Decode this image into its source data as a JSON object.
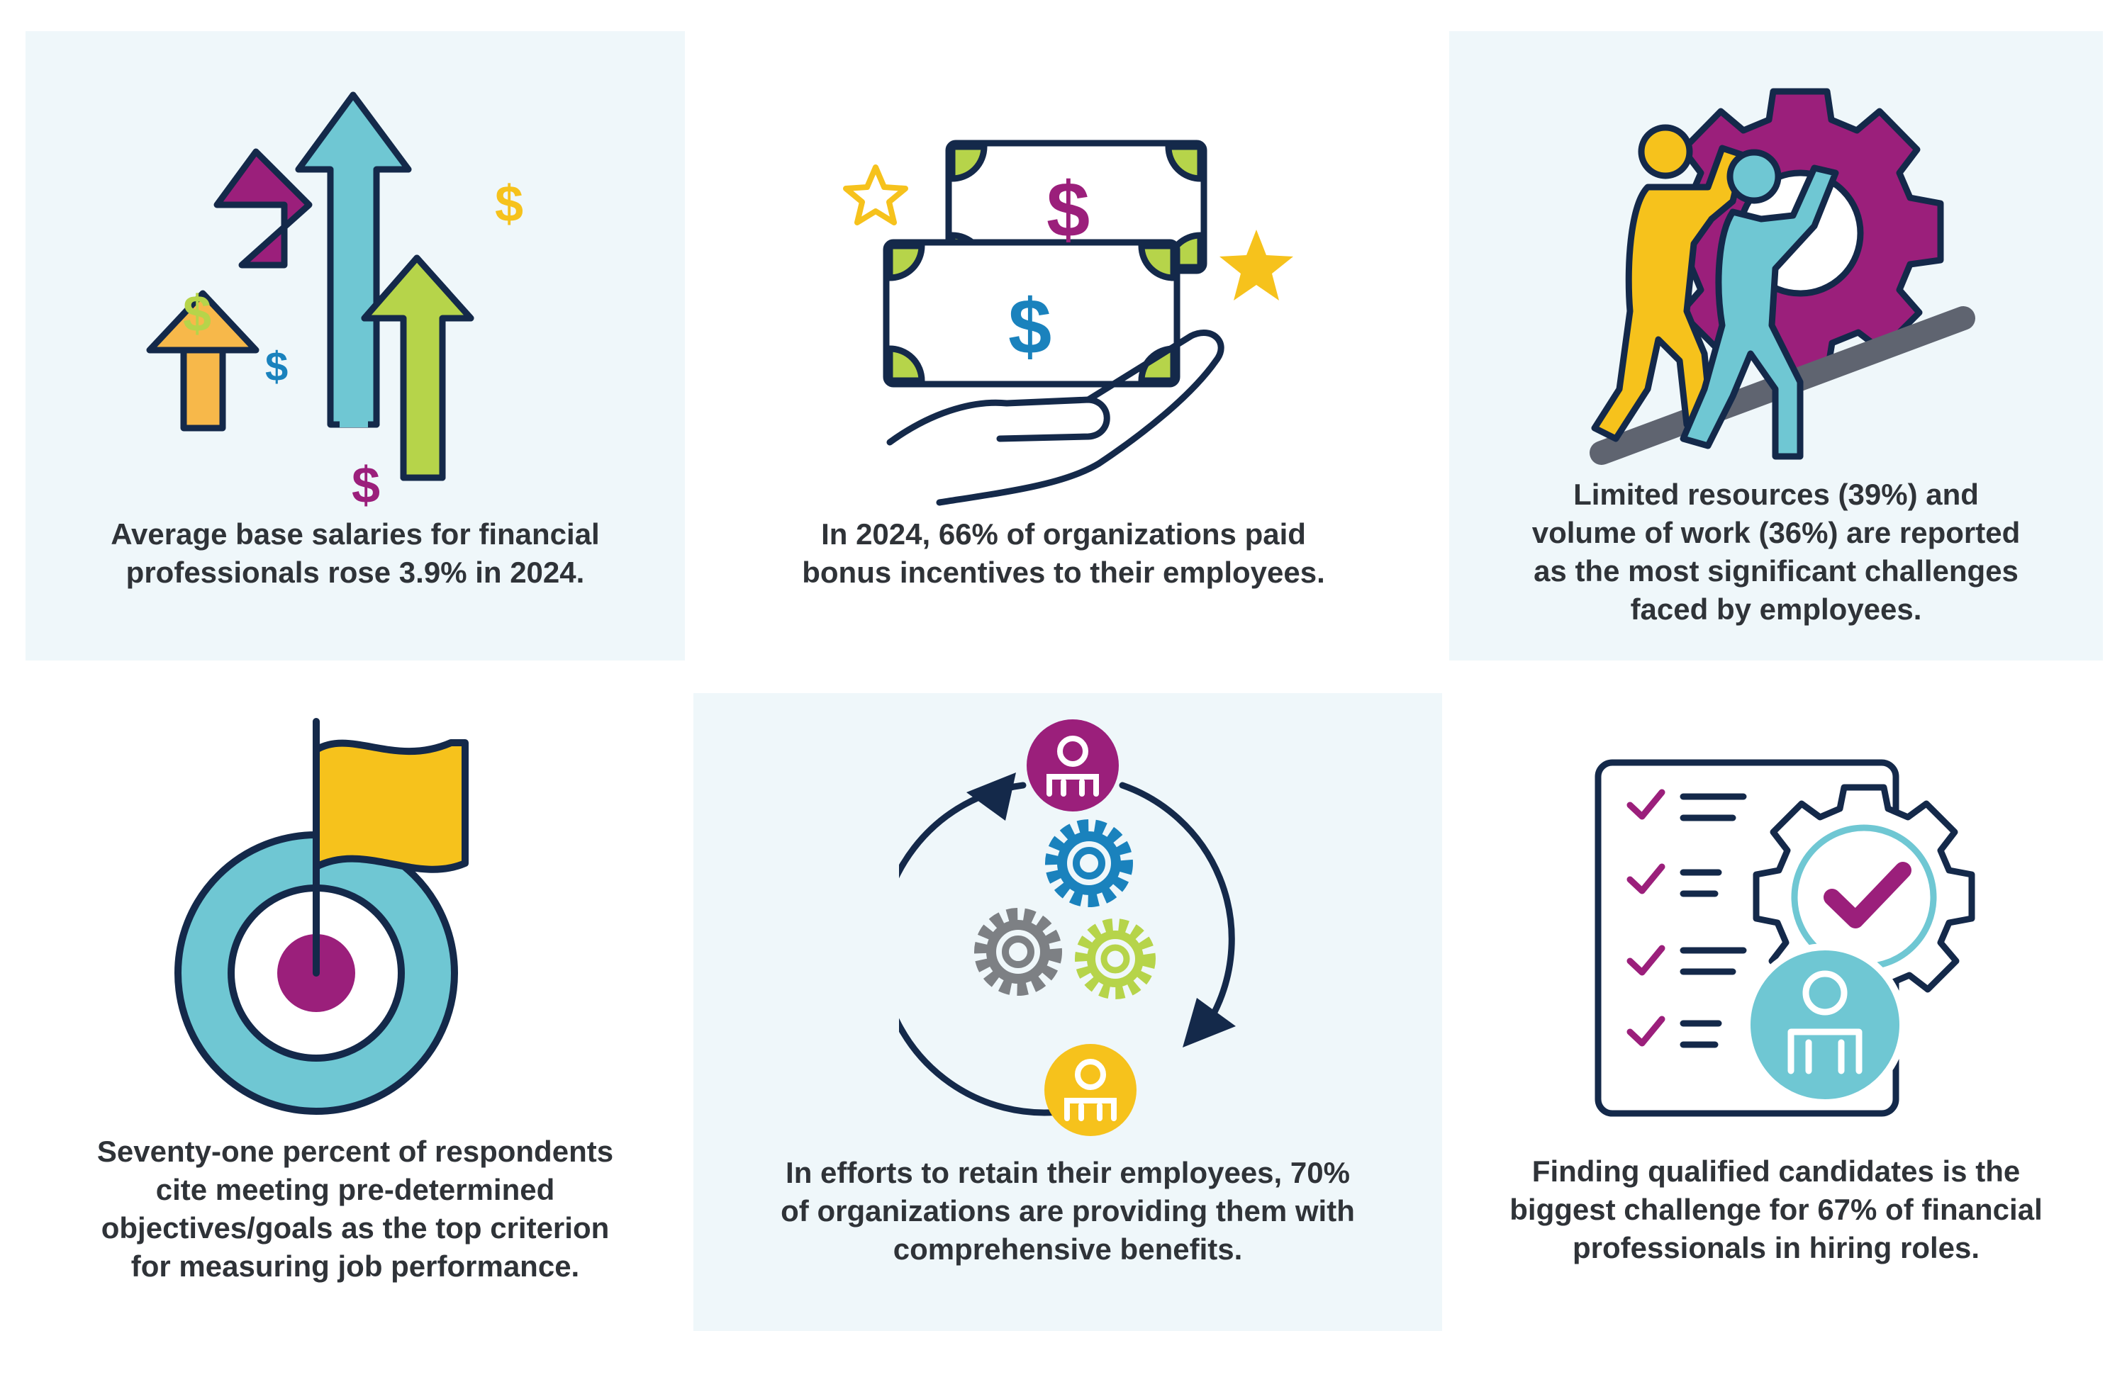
{
  "colors": {
    "navy": "#14294a",
    "purple": "#9b1f7b",
    "teal": "#6fc7d3",
    "lime": "#b6d44a",
    "yellow": "#f6c21c",
    "orange": "#f7b84a",
    "gray": "#7d8084",
    "blue": "#1a82bd",
    "panel": "#eff7fa",
    "text": "#2f3338"
  },
  "cards": [
    {
      "icon": "rising-arrows-dollar-icon",
      "symbol": "$",
      "caption": "Average base salaries for financial\nprofessionals rose 3.9% in 2024."
    },
    {
      "icon": "hand-holding-money-icon",
      "symbol": "$",
      "caption": "In 2024, 66% of organizations paid\nbonus incentives to their employees."
    },
    {
      "icon": "people-pushing-gear-icon",
      "caption": "Limited resources (39%) and\nvolume of work (36%) are reported\nas the most significant challenges\nfaced by employees."
    },
    {
      "icon": "target-flag-icon",
      "caption": "Seventy-one percent of respondents\ncite meeting pre-determined\nobjectives/goals as the top criterion\nfor measuring job performance."
    },
    {
      "icon": "employee-retention-cycle-icon",
      "caption": "In efforts to retain their employees, 70%\nof organizations are providing them with\ncomprehensive benefits."
    },
    {
      "icon": "hiring-checklist-icon",
      "caption": "Finding qualified candidates is the\nbiggest challenge for 67% of financial\nprofessionals in hiring roles."
    }
  ]
}
